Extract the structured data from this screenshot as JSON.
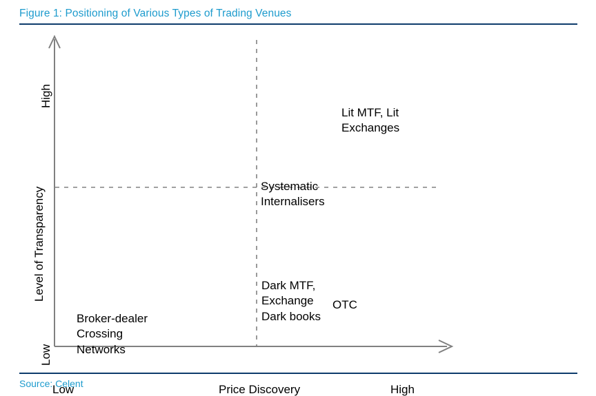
{
  "figure": {
    "title": "Figure 1: Positioning of Various Types of Trading Venues",
    "source": "Source: Celent",
    "title_color": "#1d9bcd",
    "rule_color": "#0d3b6b",
    "axis_color": "#808080",
    "text_color": "#000000"
  },
  "chart_data": {
    "type": "scatter",
    "title": "Figure 1: Positioning of Various Types of Trading Venues",
    "xlabel": "Price Discovery",
    "ylabel": "Level of Transparency",
    "xticklabels": [
      "Low",
      "Price Discovery",
      "High"
    ],
    "yticklabels": [
      "High",
      "Low"
    ],
    "xlim": [
      0,
      1
    ],
    "ylim": [
      0,
      1
    ],
    "grid": true,
    "gridlines": {
      "vertical": [
        0.5
      ],
      "horizontal": [
        0.5
      ],
      "style": "dashed"
    },
    "legend": "none",
    "annotations": [
      {
        "name": "lit-venues",
        "text": "Lit MTF, Lit\nExchanges",
        "lines": [
          "Lit MTF, Lit",
          "Exchanges"
        ],
        "x": 0.72,
        "y": 0.87,
        "quadrant": "high-discovery-high-transparency"
      },
      {
        "name": "systematic-internalisers",
        "text": "Systematic\nInternalisers",
        "lines": [
          "Systematic",
          "Internalisers"
        ],
        "x": 0.51,
        "y": 0.58,
        "quadrant": "high-discovery-high-transparency"
      },
      {
        "name": "dark-venues",
        "text": "Dark MTF,\nExchange\nDark books",
        "lines": [
          "Dark MTF,",
          "Exchange",
          "Dark books"
        ],
        "x": 0.52,
        "y": 0.28,
        "quadrant": "high-discovery-low-transparency"
      },
      {
        "name": "otc",
        "text": "OTC",
        "lines": [
          "OTC"
        ],
        "x": 0.7,
        "y": 0.24,
        "quadrant": "high-discovery-low-transparency"
      },
      {
        "name": "broker-dealer-crossing-networks",
        "text": "Broker-dealer\nCrossing\nNetworks",
        "lines": [
          "Broker-dealer",
          "Crossing",
          "Networks"
        ],
        "x": 0.07,
        "y": 0.18,
        "quadrant": "low-discovery-low-transparency"
      }
    ]
  },
  "axes": {
    "x_low_label": "Low",
    "x_mid_label": "Price Discovery",
    "x_high_label": "High",
    "y_high_label": "High",
    "y_low_label": "Low",
    "y_title": "Level of Transparency"
  },
  "labels": {
    "lit": "Lit MTF, Lit\nExchanges",
    "systematic": "Systematic\nInternalisers",
    "dark": "Dark MTF,\nExchange\nDark books",
    "otc": "OTC",
    "broker": "Broker-dealer\nCrossing\nNetworks"
  }
}
